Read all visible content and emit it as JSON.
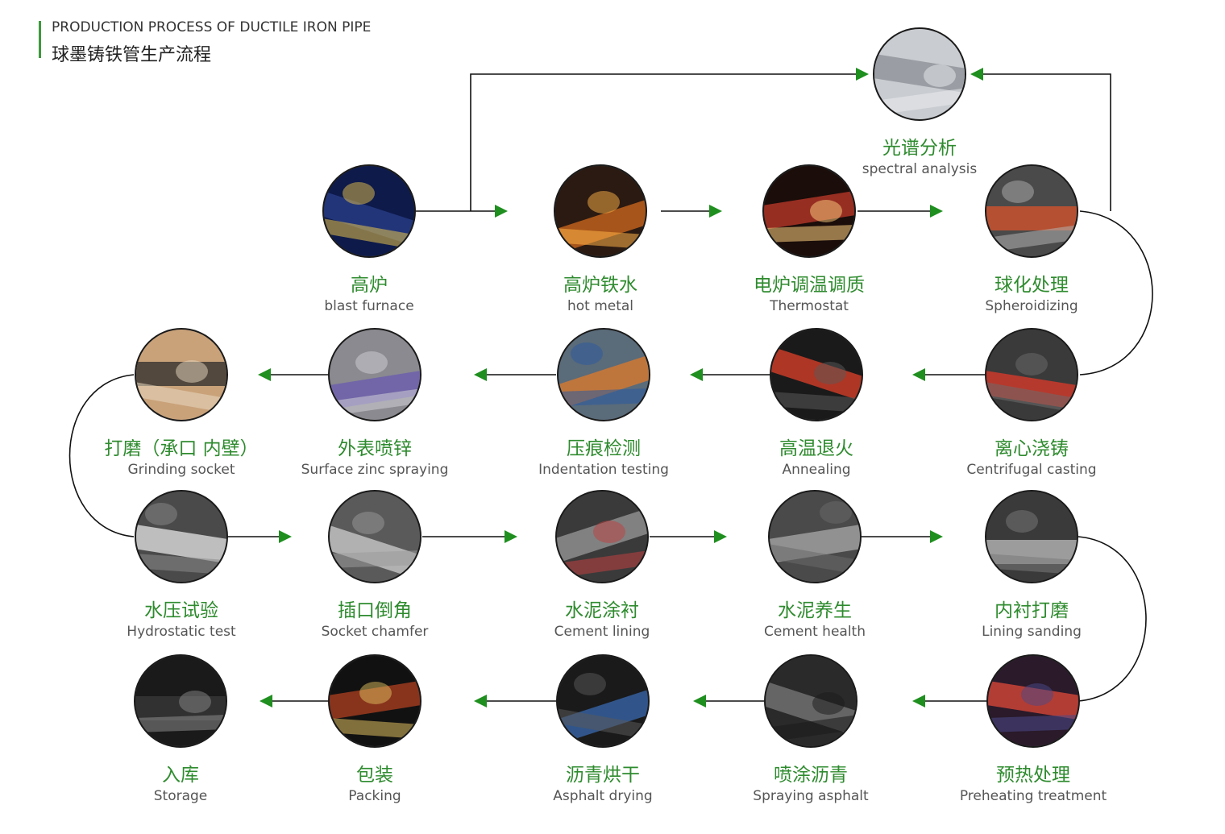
{
  "header": {
    "title_en": "PRODUCTION PROCESS OF DUCTILE IRON PIPE",
    "title_zh": "球墨铸铁管生产流程"
  },
  "colors": {
    "accent_green": "#2e8b2e",
    "arrow_green": "#1f8f1f",
    "line": "#111111",
    "label_grey": "#555555"
  },
  "steps": [
    {
      "zh": "光谱分析",
      "en": "spectral analysis",
      "icon": "lab-worker-photo",
      "palette": [
        "#c9ccd0",
        "#8a8f96",
        "#e9ebee"
      ]
    },
    {
      "zh": "高炉",
      "en": "blast furnace",
      "icon": "night-plant-photo",
      "palette": [
        "#0d1a4a",
        "#2a3f8a",
        "#e8c24a"
      ]
    },
    {
      "zh": "高炉铁水",
      "en": "hot metal",
      "icon": "molten-iron-photo",
      "palette": [
        "#2a1a12",
        "#d2691e",
        "#ffb347"
      ]
    },
    {
      "zh": "电炉调温调质",
      "en": "Thermostat",
      "icon": "sparks-furnace-photo",
      "palette": [
        "#1a0d0a",
        "#c0392b",
        "#ffd27f"
      ]
    },
    {
      "zh": "球化处理",
      "en": "Spheroidizing",
      "icon": "red-machine-photo",
      "palette": [
        "#4a4a4a",
        "#d9532b",
        "#b0b0b0"
      ]
    },
    {
      "zh": "离心浇铸",
      "en": "Centrifugal casting",
      "icon": "red-pipe-photo",
      "palette": [
        "#3a3a3a",
        "#e03a2a",
        "#6b6b6b"
      ]
    },
    {
      "zh": "高温退火",
      "en": "Annealing",
      "icon": "glowing-furnace-photo",
      "palette": [
        "#1a1a1a",
        "#e0402a",
        "#5a5a5a"
      ]
    },
    {
      "zh": "压痕检测",
      "en": "Indentation testing",
      "icon": "test-machine-photo",
      "palette": [
        "#5a6b7a",
        "#e07a2a",
        "#2a5aa0"
      ]
    },
    {
      "zh": "外表喷锌",
      "en": "Surface zinc spraying",
      "icon": "zinc-spray-photo",
      "palette": [
        "#8a8a90",
        "#6a5ab0",
        "#d0d0d5"
      ]
    },
    {
      "zh": "打磨（承口 内壁）",
      "en": "Grinding socket",
      "icon": "worker-grinding-photo",
      "palette": [
        "#c9a27a",
        "#2a2a2a",
        "#e8d8c0"
      ]
    },
    {
      "zh": "水压试验",
      "en": "Hydrostatic test",
      "icon": "white-pipes-photo",
      "palette": [
        "#4a4a4a",
        "#e6e6e6",
        "#8a8a8a"
      ]
    },
    {
      "zh": "插口倒角",
      "en": "Socket chamfer",
      "icon": "pipe-mouth-photo",
      "palette": [
        "#5a5a5a",
        "#cfcfcf",
        "#9a9a9a"
      ]
    },
    {
      "zh": "水泥涂衬",
      "en": "Cement lining",
      "icon": "lining-line-photo",
      "palette": [
        "#3a3a3a",
        "#9a9a9a",
        "#c04040"
      ]
    },
    {
      "zh": "水泥养生",
      "en": "Cement health",
      "icon": "curing-hall-photo",
      "palette": [
        "#4a4a4a",
        "#aaaaaa",
        "#6a6a6a"
      ]
    },
    {
      "zh": "内衬打磨",
      "en": "Lining sanding",
      "icon": "sanding-pipes-photo",
      "palette": [
        "#3a3a3a",
        "#bdbdbd",
        "#7a7a7a"
      ]
    },
    {
      "zh": "预热处理",
      "en": "Preheating treatment",
      "icon": "preheat-oven-photo",
      "palette": [
        "#2a1a2a",
        "#e04a3a",
        "#4a4a8a"
      ]
    },
    {
      "zh": "喷涂沥青",
      "en": "Spraying asphalt",
      "icon": "asphalt-spray-photo",
      "palette": [
        "#2a2a2a",
        "#7a7a7a",
        "#1a1a1a"
      ]
    },
    {
      "zh": "沥青烘干",
      "en": "Asphalt drying",
      "icon": "drying-rack-photo",
      "palette": [
        "#1a1a1a",
        "#3a6ab0",
        "#5a5a5a"
      ]
    },
    {
      "zh": "包装",
      "en": "Packing",
      "icon": "packed-pipes-photo",
      "palette": [
        "#111111",
        "#b04020",
        "#e0c060"
      ]
    },
    {
      "zh": "入库",
      "en": "Storage",
      "icon": "stacked-pipes-photo",
      "palette": [
        "#1a1a1a",
        "#3a3a3a",
        "#8a8a8a"
      ]
    }
  ]
}
